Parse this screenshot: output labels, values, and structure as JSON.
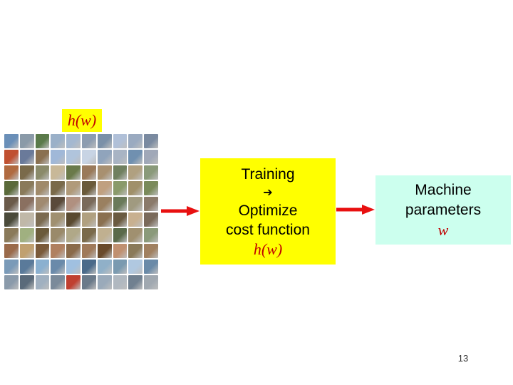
{
  "input_label": "h(w)",
  "training": {
    "line1": "Training",
    "implies_symbol": "➔",
    "line2": "Optimize",
    "line3": "cost function",
    "cost_label": "h(w)"
  },
  "machine": {
    "line1": "Machine",
    "line2": "parameters",
    "param_label": "w"
  },
  "page_number": "13",
  "colors": {
    "highlight": "#ffff00",
    "param_box": "#ccffee",
    "accent_red": "#c00000",
    "arrow_red": "#e81010"
  },
  "dataset_thumbnail_rows": [
    [
      "#6a8fb8",
      "#8a9aa8",
      "#5a7a4a",
      "#9ab0c8",
      "#a4b8d0",
      "#8c9cb0",
      "#7a90a8",
      "#b0c0d8",
      "#9aaac0",
      "#7a8aa0"
    ],
    [
      "#c05030",
      "#6a7a9a",
      "#8a7050",
      "#a0b8d8",
      "#b0c4dc",
      "#c8d4e4",
      "#90a4bc",
      "#a8b4c4",
      "#7090b0",
      "#a0a8b8"
    ],
    [
      "#b06a40",
      "#7a6a4a",
      "#8a8a6a",
      "#c8b898",
      "#6a7a4a",
      "#9a7a5a",
      "#a89070",
      "#708060",
      "#b0a080",
      "#8a9a7a"
    ],
    [
      "#5a6a3a",
      "#8a7a5a",
      "#a08a6a",
      "#7a6a4a",
      "#b09a7a",
      "#6a5a3a",
      "#c0a080",
      "#8a9a6a",
      "#a0906a",
      "#7a8a5a"
    ],
    [
      "#6a5a4a",
      "#8a7060",
      "#a08a70",
      "#5a4a3a",
      "#b09080",
      "#7a6a5a",
      "#9a8060",
      "#6a7a5a",
      "#a09a80",
      "#8a7a6a"
    ],
    [
      "#4a4a3a",
      "#c0b8a8",
      "#7a6a50",
      "#a09070",
      "#5a4a30",
      "#b0a080",
      "#8a7050",
      "#6a5a40",
      "#c8b090",
      "#7a6a5a"
    ],
    [
      "#8a7a5a",
      "#a0b080",
      "#6a5a3a",
      "#9a8a6a",
      "#b0a888",
      "#7a6a4a",
      "#c0b090",
      "#5a6a4a",
      "#a09070",
      "#8a9a7a"
    ],
    [
      "#9a6a4a",
      "#c0a070",
      "#7a5a3a",
      "#b08060",
      "#8a6a4a",
      "#a07a5a",
      "#6a4a2a",
      "#c09070",
      "#8a7a5a",
      "#a08060"
    ],
    [
      "#7a9ab8",
      "#5a7a9a",
      "#8ab0d0",
      "#6a8aaa",
      "#a0c0e0",
      "#4a6a8a",
      "#90b0c8",
      "#7a9ab0",
      "#b0c8e0",
      "#6a8aa8"
    ],
    [
      "#8a9aaa",
      "#5a6a7a",
      "#a0b0c0",
      "#7a8a9a",
      "#c04030",
      "#6a7a8a",
      "#9aaaba",
      "#b0b8c0",
      "#708090",
      "#a0a8b0"
    ]
  ]
}
